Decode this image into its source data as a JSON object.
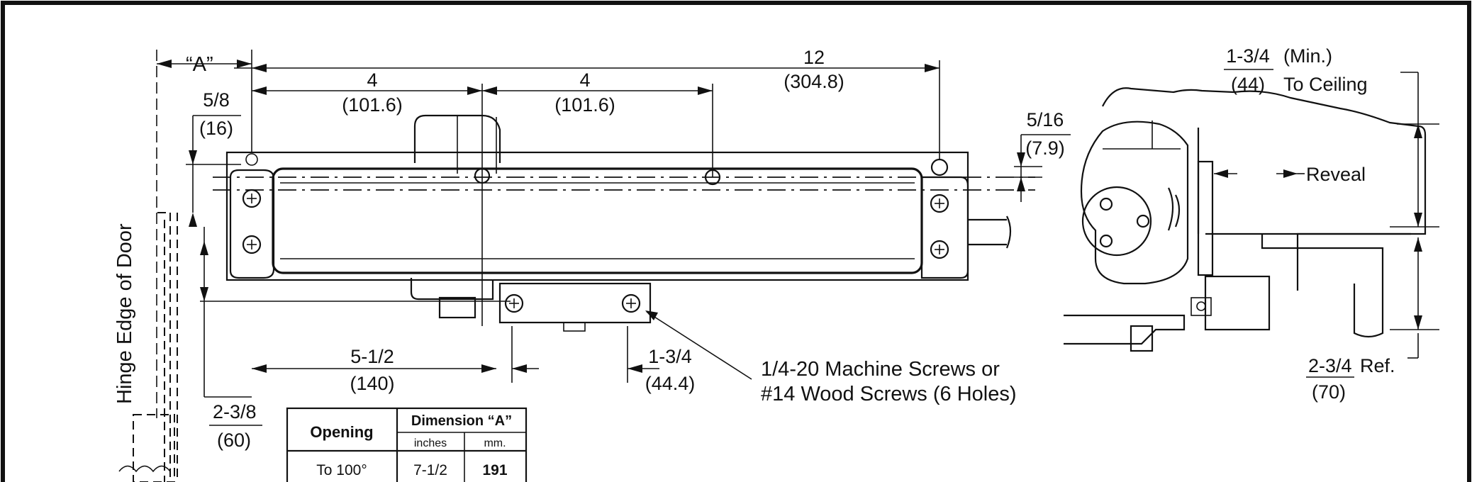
{
  "dims": {
    "a_label": "“A”",
    "overall_in": "12",
    "overall_mm": "(304.8)",
    "seg1_in": "4",
    "seg1_mm": "(101.6)",
    "seg2_in": "4",
    "seg2_mm": "(101.6)",
    "top_offset_in": "5/8",
    "top_offset_mm": "(16)",
    "side_offset_in": "2-3/8",
    "side_offset_mm": "(60)",
    "bottom1_in": "5-1/2",
    "bottom1_mm": "(140)",
    "bottom2_in": "1-3/4",
    "bottom2_mm": "(44.4)",
    "right_offset_in": "5/16",
    "right_offset_mm": "(7.9)",
    "ceiling_in": "1-3/4",
    "ceiling_mm": "(44)",
    "ceiling_note1": "(Min.)",
    "ceiling_note2": "To Ceiling",
    "reveal": "Reveal",
    "ref_in": "2-3/4",
    "ref_note": "Ref.",
    "ref_mm": "(70)"
  },
  "labels": {
    "hinge_edge": "Hinge Edge of Door",
    "screws_line1": "1/4-20 Machine Screws or",
    "screws_line2": "#14 Wood Screws (6 Holes)"
  },
  "table": {
    "col_opening": "Opening",
    "col_dimension": "Dimension “A”",
    "sub_inches": "inches",
    "sub_mm": "mm.",
    "rows": [
      {
        "opening": "To 100°",
        "inches": "7-1/2",
        "mm": "191"
      }
    ]
  }
}
